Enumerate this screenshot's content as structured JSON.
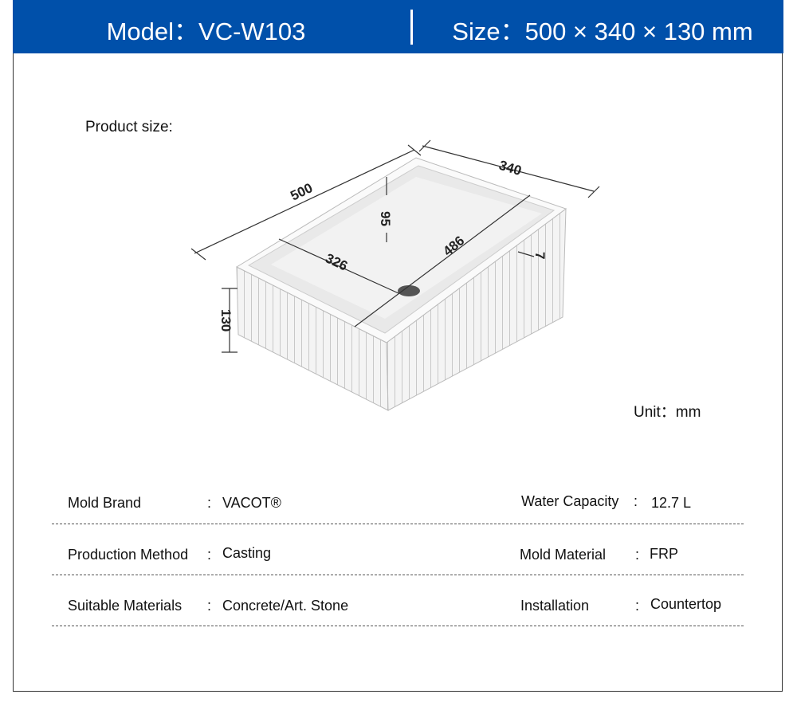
{
  "header": {
    "model": "Model：VC-W103",
    "size": "Size：500 × 340 × 130 mm"
  },
  "product_size_label": "Product size:",
  "unit_label": "Unit：mm",
  "dimensions": {
    "length": "500",
    "width": "340",
    "height": "130",
    "inner_width": "326",
    "inner_length": "486",
    "drain_offset": "95",
    "rim": "7"
  },
  "specs": [
    {
      "left_label": "Mold Brand",
      "left_value": "VACOT®",
      "right_label": "Water Capacity",
      "right_value": "12.7 L"
    },
    {
      "left_label": "Production Method",
      "left_value": "Casting",
      "right_label": "Mold Material",
      "right_value": "FRP"
    },
    {
      "left_label": "Suitable Materials",
      "left_value": "Concrete/Art. Stone",
      "right_label": "Installation",
      "right_value": "Countertop"
    }
  ],
  "colon": ":",
  "colors": {
    "header_bg": "#0050aa"
  }
}
